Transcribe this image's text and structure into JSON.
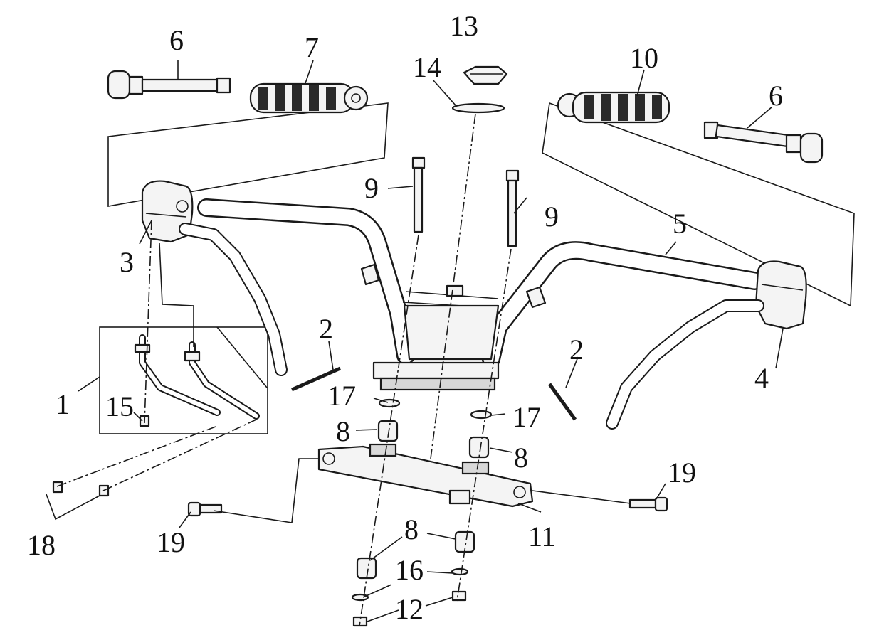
{
  "callouts": [
    {
      "id": "1",
      "text": "1"
    },
    {
      "id": "2a",
      "text": "2"
    },
    {
      "id": "2b",
      "text": "2"
    },
    {
      "id": "3",
      "text": "3"
    },
    {
      "id": "4",
      "text": "4"
    },
    {
      "id": "5",
      "text": "5"
    },
    {
      "id": "6a",
      "text": "6"
    },
    {
      "id": "6b",
      "text": "6"
    },
    {
      "id": "7",
      "text": "7"
    },
    {
      "id": "8a",
      "text": "8"
    },
    {
      "id": "8b",
      "text": "8"
    },
    {
      "id": "8c",
      "text": "8"
    },
    {
      "id": "9a",
      "text": "9"
    },
    {
      "id": "9b",
      "text": "9"
    },
    {
      "id": "10",
      "text": "10"
    },
    {
      "id": "11",
      "text": "11"
    },
    {
      "id": "12",
      "text": "12"
    },
    {
      "id": "13",
      "text": "13"
    },
    {
      "id": "14",
      "text": "14"
    },
    {
      "id": "15",
      "text": "15"
    },
    {
      "id": "16",
      "text": "16"
    },
    {
      "id": "17a",
      "text": "17"
    },
    {
      "id": "17b",
      "text": "17"
    },
    {
      "id": "18",
      "text": "18"
    },
    {
      "id": "19a",
      "text": "19"
    },
    {
      "id": "19b",
      "text": "19"
    }
  ]
}
